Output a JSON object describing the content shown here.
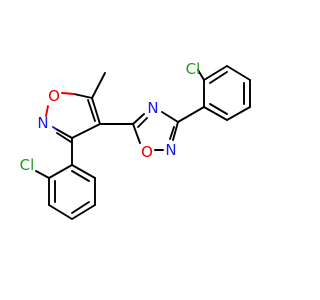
{
  "molecule": {
    "atoms": [
      {
        "label": "Cl",
        "color": "#1f9d1f"
      },
      {
        "label": "Cl",
        "color": "#1f9d1f"
      },
      {
        "label": "N",
        "color": "#1a1ae6"
      },
      {
        "label": "O",
        "color": "#e60000"
      },
      {
        "label": "N",
        "color": "#1a1ae6"
      },
      {
        "label": "O",
        "color": "#e60000"
      },
      {
        "label": "N",
        "color": "#1a1ae6"
      }
    ],
    "bond_color": "#000000",
    "background": "#ffffff"
  }
}
